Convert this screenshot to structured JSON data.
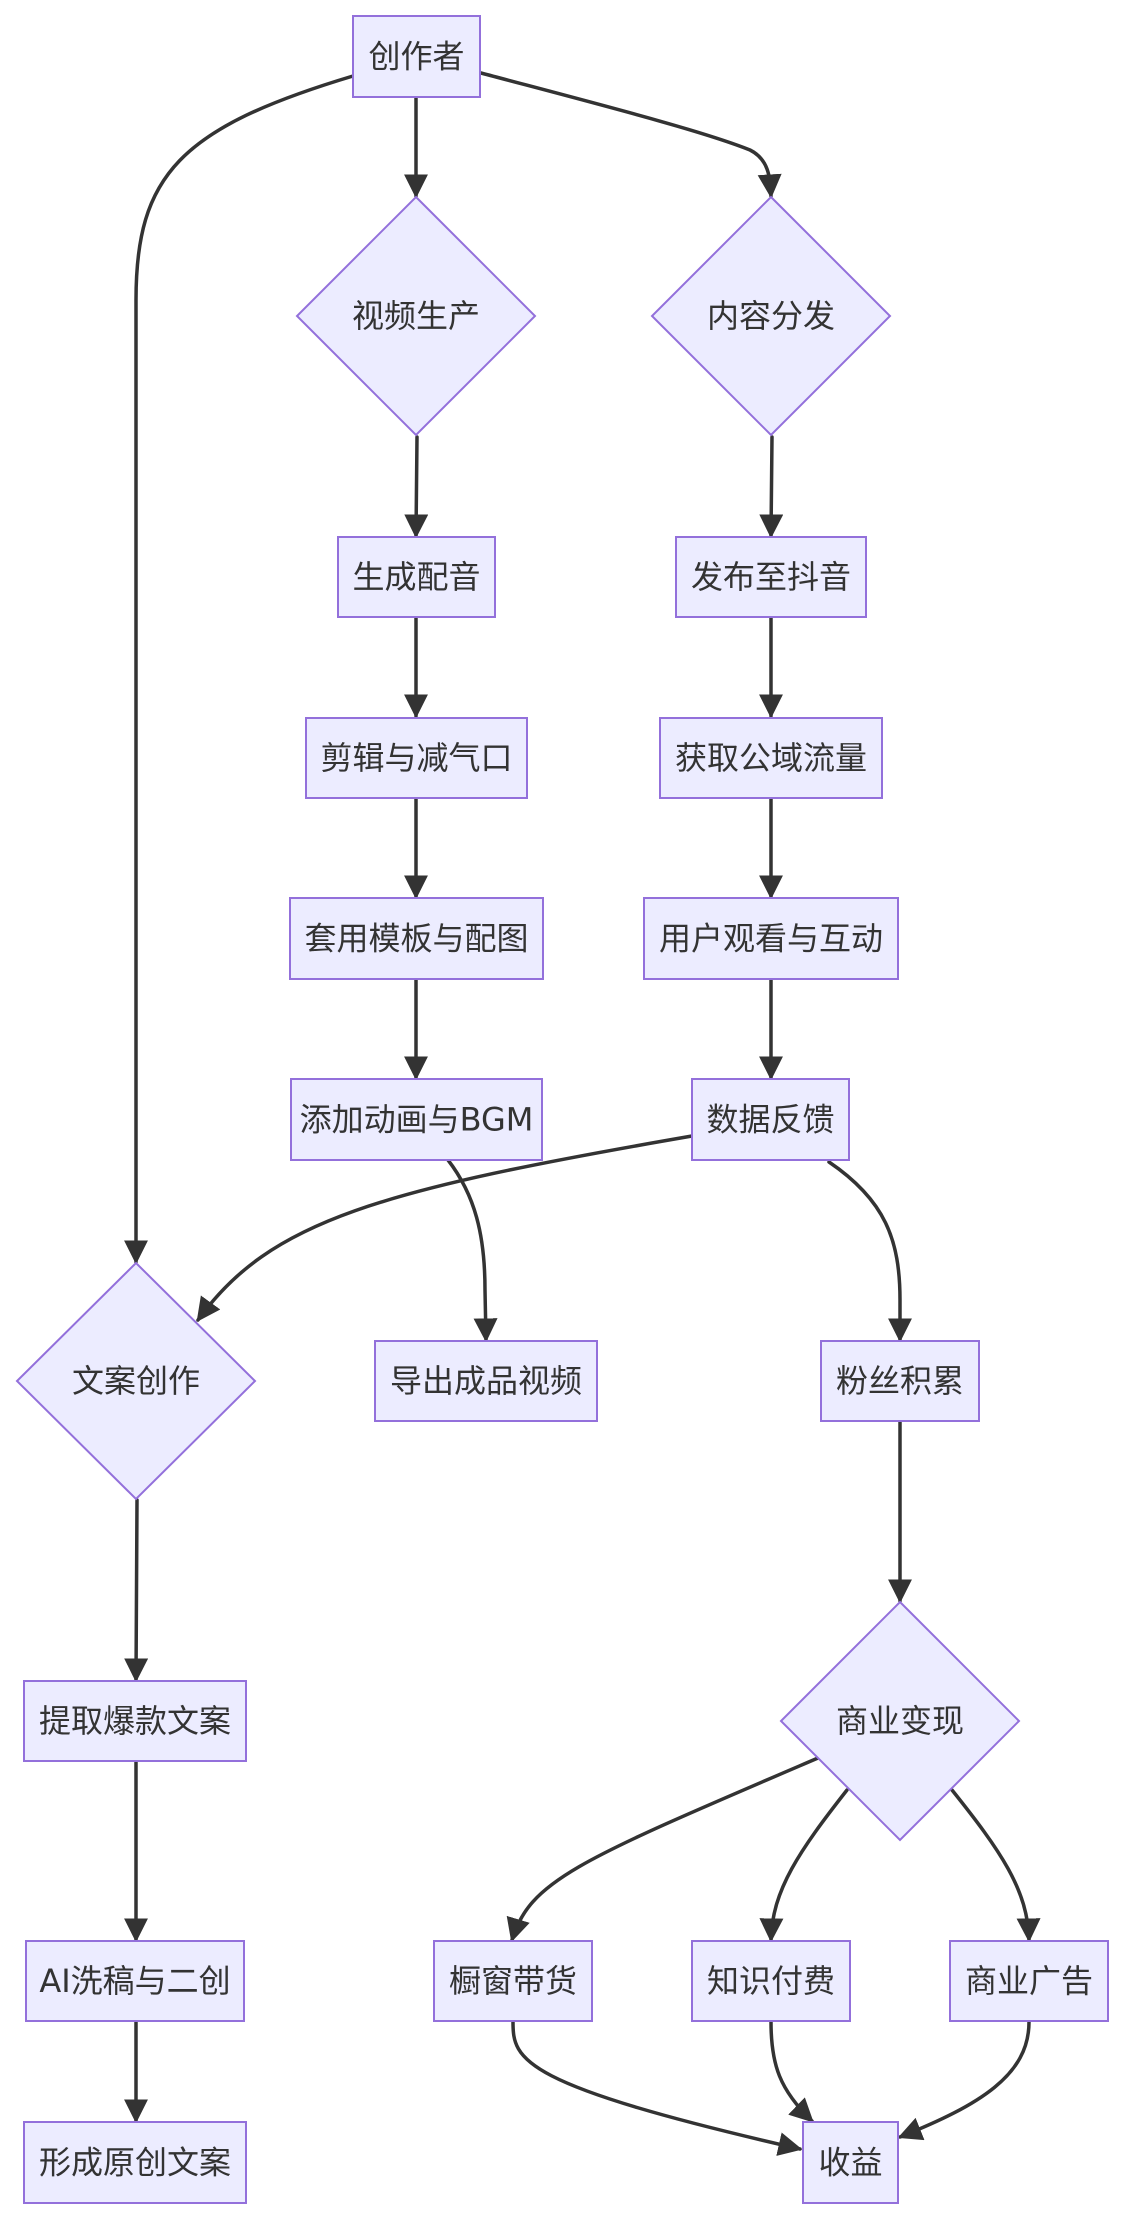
{
  "diagram": {
    "colors": {
      "node_fill": "#ececff",
      "node_stroke": "#9370db",
      "edge": "#333333",
      "text": "#333333"
    },
    "nodes": {
      "creator": {
        "label": "创作者",
        "shape": "rect"
      },
      "video": {
        "label": "视频生产",
        "shape": "diamond"
      },
      "distribute": {
        "label": "内容分发",
        "shape": "diamond"
      },
      "copywriting": {
        "label": "文案创作",
        "shape": "diamond"
      },
      "dubbing": {
        "label": "生成配音",
        "shape": "rect"
      },
      "edit": {
        "label": "剪辑与减气口",
        "shape": "rect"
      },
      "template": {
        "label": "套用模板与配图",
        "shape": "rect"
      },
      "animation": {
        "label": "添加动画与BGM",
        "shape": "rect"
      },
      "export": {
        "label": "导出成品视频",
        "shape": "rect"
      },
      "publish": {
        "label": "发布至抖音",
        "shape": "rect"
      },
      "traffic": {
        "label": "获取公域流量",
        "shape": "rect"
      },
      "interact": {
        "label": "用户观看与互动",
        "shape": "rect"
      },
      "feedback": {
        "label": "数据反馈",
        "shape": "rect"
      },
      "fans": {
        "label": "粉丝积累",
        "shape": "rect"
      },
      "monetize": {
        "label": "商业变现",
        "shape": "diamond"
      },
      "showcase": {
        "label": "橱窗带货",
        "shape": "rect"
      },
      "knowledge": {
        "label": "知识付费",
        "shape": "rect"
      },
      "ads": {
        "label": "商业广告",
        "shape": "rect"
      },
      "revenue": {
        "label": "收益",
        "shape": "rect"
      },
      "extract": {
        "label": "提取爆款文案",
        "shape": "rect"
      },
      "rewrite": {
        "label": "AI洗稿与二创",
        "shape": "rect"
      },
      "original": {
        "label": "形成原创文案",
        "shape": "rect"
      }
    },
    "edges": [
      {
        "from": "creator",
        "to": "video"
      },
      {
        "from": "creator",
        "to": "distribute"
      },
      {
        "from": "creator",
        "to": "copywriting"
      },
      {
        "from": "video",
        "to": "dubbing"
      },
      {
        "from": "dubbing",
        "to": "edit"
      },
      {
        "from": "edit",
        "to": "template"
      },
      {
        "from": "template",
        "to": "animation"
      },
      {
        "from": "animation",
        "to": "export"
      },
      {
        "from": "distribute",
        "to": "publish"
      },
      {
        "from": "publish",
        "to": "traffic"
      },
      {
        "from": "traffic",
        "to": "interact"
      },
      {
        "from": "interact",
        "to": "feedback"
      },
      {
        "from": "feedback",
        "to": "copywriting"
      },
      {
        "from": "feedback",
        "to": "fans"
      },
      {
        "from": "fans",
        "to": "monetize"
      },
      {
        "from": "monetize",
        "to": "showcase"
      },
      {
        "from": "monetize",
        "to": "knowledge"
      },
      {
        "from": "monetize",
        "to": "ads"
      },
      {
        "from": "showcase",
        "to": "revenue"
      },
      {
        "from": "knowledge",
        "to": "revenue"
      },
      {
        "from": "ads",
        "to": "revenue"
      },
      {
        "from": "copywriting",
        "to": "extract"
      },
      {
        "from": "extract",
        "to": "rewrite"
      },
      {
        "from": "rewrite",
        "to": "original"
      }
    ]
  }
}
